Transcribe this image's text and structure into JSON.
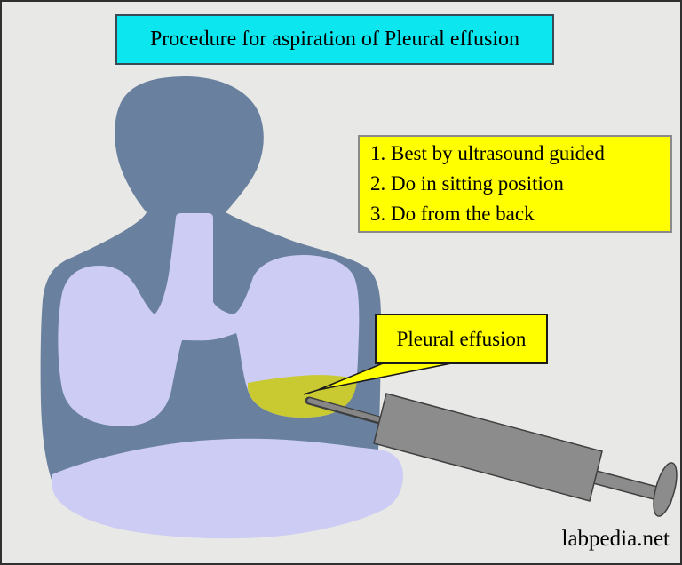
{
  "title": {
    "text": "Procedure for aspiration of Pleural effusion"
  },
  "instructions": {
    "items": [
      "1. Best by ultrasound guided",
      "2. Do in sitting position",
      "3. Do from the back"
    ]
  },
  "callout": {
    "label": "Pleural effusion"
  },
  "watermark": {
    "text": "labpedia.net"
  },
  "colors": {
    "background": "#e8e8e6",
    "frame_border": "#303030",
    "torso": "#69809f",
    "lungs": "#ccccf4",
    "abdomen": "#ccccf4",
    "effusion": "#c9c932",
    "syringe_body": "#8c8c8c",
    "syringe_outline": "#3f3f3f",
    "needle": "#868686",
    "title_box_bg": "#0ce6ee",
    "note_box_bg": "#ffff00",
    "callout_box_bg": "#ffff00",
    "callout_pointer": "#ffff00",
    "text": "#000000"
  }
}
